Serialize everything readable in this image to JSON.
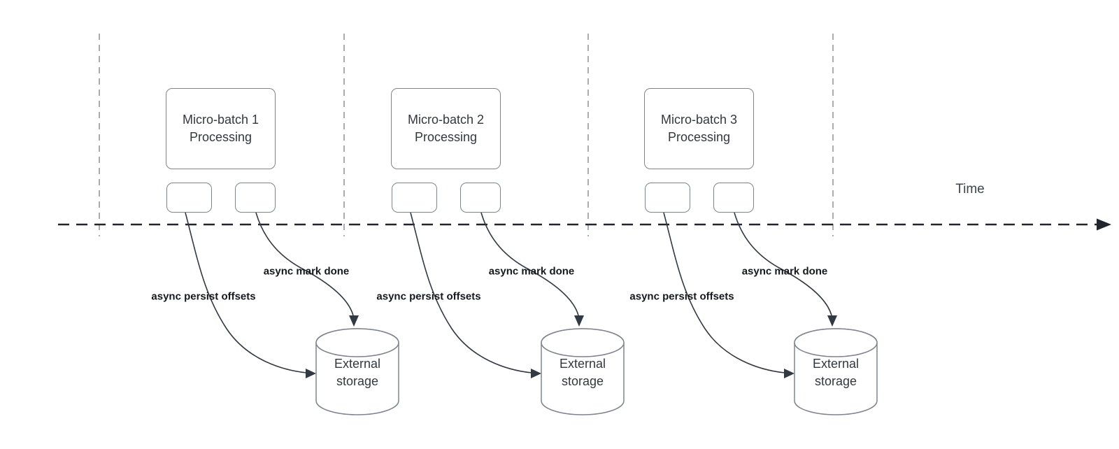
{
  "colors": {
    "divider": "#a9adb3",
    "timeline_axis": "#22262c",
    "connector": "#333943",
    "shape_border": "#7e848d",
    "shape_text": "#33383f",
    "label_text": "#16181c"
  },
  "diagram": {
    "time_axis_label": "Time",
    "sections": [
      {
        "batch_label": "Micro-batch 1\nProcessing",
        "persist_label": "async persist offsets",
        "mark_done_label": "async mark done",
        "storage_label": "External\nstorage"
      },
      {
        "batch_label": "Micro-batch 2\nProcessing",
        "persist_label": "async persist offsets",
        "mark_done_label": "async mark done",
        "storage_label": "External\nstorage"
      },
      {
        "batch_label": "Micro-batch 3\nProcessing",
        "persist_label": "async persist offsets",
        "mark_done_label": "async mark done",
        "storage_label": "External\nstorage"
      }
    ]
  }
}
